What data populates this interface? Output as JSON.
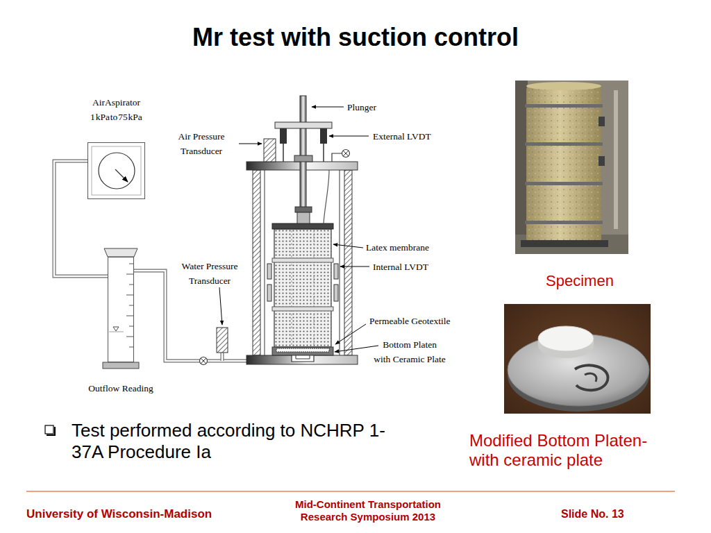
{
  "diagram": {
    "title": "Mr test with suction control",
    "nodes": [
      {
        "text": [
          "Air Aspirator 1 kPa to 75 kPa"
        ]
      },
      {
        "text": [
          "Outflow Reading"
        ]
      }
    ],
    "edges": [
      {
        "from": 0,
        "to": 1,
        "arrow": "none"
      }
    ],
    "labels": [
      "Plunger",
      "Air Pressure Transducer",
      "External LVDT",
      "Latex membrane",
      "Water Pressure Transducer",
      "Internal LVDT",
      "Permeable Geotextile",
      "Bottom Platen with Ceramic Plate",
      "Specimen",
      "Test performed according to NCHRP 1-37A Procedure Ia",
      "Modified Bottom Platen- with ceramic plate",
      "University of Wisconsin-Madison",
      "Mid-Continent Transportation Research Symposium 2013",
      "Slide No. 13"
    ]
  }
}
